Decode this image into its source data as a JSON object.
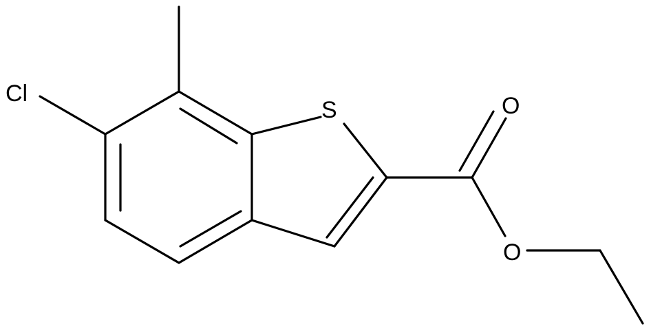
{
  "atoms": {
    "cl": "Cl",
    "s": "S",
    "o_carbonyl": "O",
    "o_ester": "O"
  }
}
